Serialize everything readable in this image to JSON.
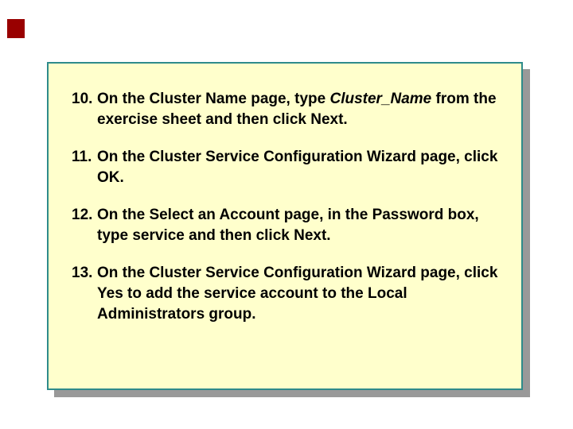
{
  "slide": {
    "background_color": "#ffffff",
    "accent_mark_color": "#990000",
    "box": {
      "fill_color": "#ffffcc",
      "border_color": "#2e8b8b",
      "shadow_color": "#999999"
    },
    "steps": [
      {
        "number": "10.",
        "segments": [
          {
            "text": "On the Cluster Name page, type "
          },
          {
            "text": "Cluster_Name",
            "italic": true
          },
          {
            "text": " from the exercise sheet and then click Next."
          }
        ]
      },
      {
        "number": "11.",
        "segments": [
          {
            "text": "On the Cluster Service Configuration Wizard page, click OK."
          }
        ]
      },
      {
        "number": "12.",
        "segments": [
          {
            "text": "On the Select an Account page, in the Password box, type service and then click Next."
          }
        ]
      },
      {
        "number": "13.",
        "segments": [
          {
            "text": "On the Cluster Service Configuration Wizard page, click Yes to add the service account to the Local Administrators group."
          }
        ]
      }
    ]
  }
}
